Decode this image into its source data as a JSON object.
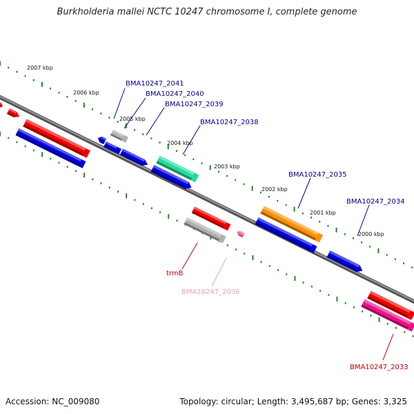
{
  "title": "Burkholderia mallei NCTC 10247 chromosome I, complete genome",
  "footer": {
    "accession": "Accession: NC_009080",
    "topology": "Topology: circular; Length: 3,495,687 bp; Genes: 3,325"
  },
  "colors": {
    "backbone": "#7a7a7a",
    "tick": "#1a8a1a",
    "label_blue": "#00008b",
    "label_red": "#c00000",
    "label_pink": "#f0a0c0"
  },
  "kbp_labels": [
    "2007 kbp",
    "2006 kbp",
    "2005 kbp",
    "2004 kbp",
    "2003 kbp",
    "2002 kbp",
    "2001 kbp",
    "2000 kbp"
  ],
  "gene_labels": [
    {
      "text": "BMA10247_2041",
      "color": "#00008b"
    },
    {
      "text": "BMA10247_2040",
      "color": "#00008b"
    },
    {
      "text": "BMA10247_2039",
      "color": "#00008b"
    },
    {
      "text": "BMA10247_2038",
      "color": "#00008b"
    },
    {
      "text": "BMA10247_2035",
      "color": "#00008b"
    },
    {
      "text": "BMA10247_2034",
      "color": "#00008b"
    },
    {
      "text": "trmB",
      "color": "#c00000"
    },
    {
      "text": "BMA10247_2036",
      "color": "#f0a0c0"
    },
    {
      "text": "BMA10247_2033",
      "color": "#c00000"
    }
  ],
  "feature_colors": {
    "red": "#ee0000",
    "blue": "#0000dd",
    "gray": "#b0b0b0",
    "green": "#22dd99",
    "orange": "#ff9000",
    "pink": "#ff66aa",
    "magenta": "#ee1188"
  }
}
